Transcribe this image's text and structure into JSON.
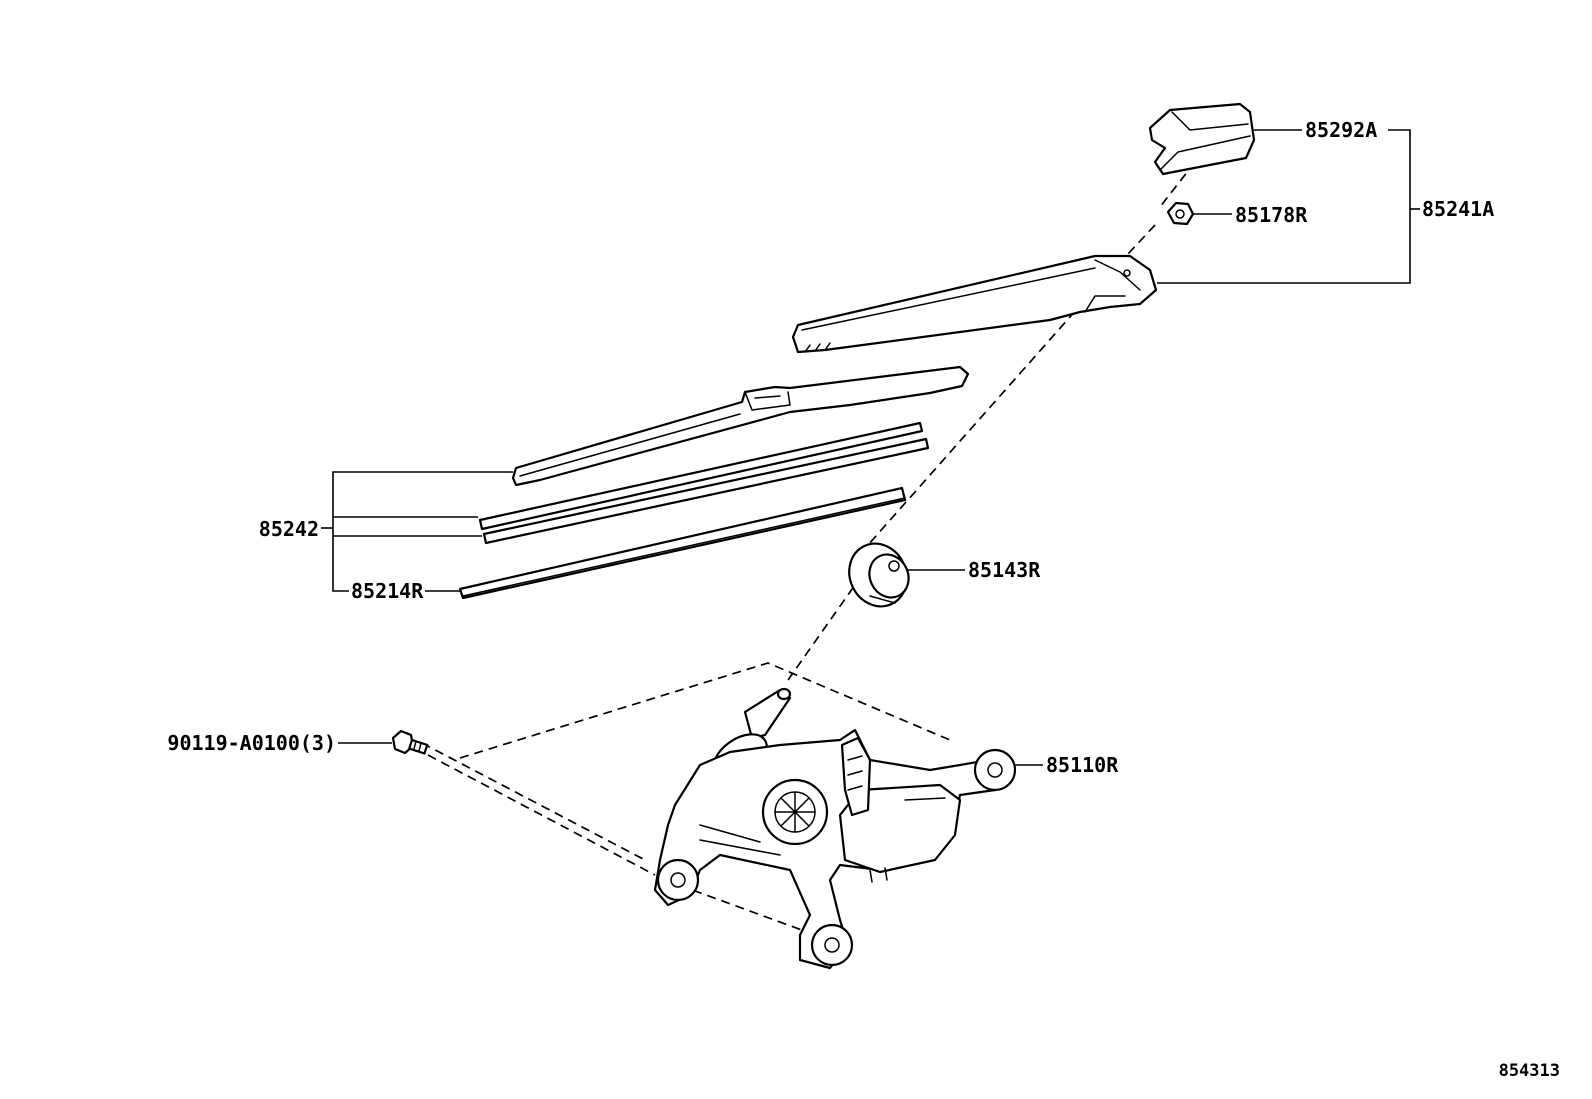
{
  "callouts": {
    "arm_cover": "85292A",
    "arm_nut": "85178R",
    "arm_assy": "85241A",
    "blade_assy": "85242",
    "blade_rubber": "85214R",
    "pivot_cap": "85143R",
    "motor": "85110R",
    "bolt": "90119-A0100(3)"
  },
  "reference_number": "854313",
  "colors": {
    "line": "#000000",
    "background": "#ffffff"
  }
}
